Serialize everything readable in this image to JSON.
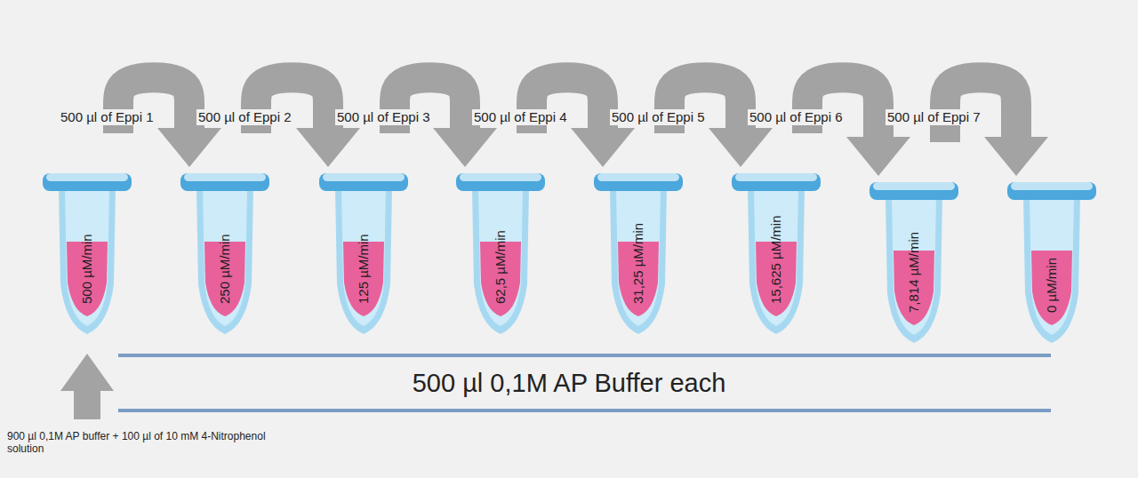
{
  "diagram": {
    "nodes": [
      {
        "text": [
          "500 µM/min"
        ]
      },
      {
        "text": [
          "250 µM/min"
        ]
      },
      {
        "text": [
          "125 µM/min"
        ]
      },
      {
        "text": [
          "62,5 µM/min"
        ]
      },
      {
        "text": [
          "31,25 µM/min"
        ]
      },
      {
        "text": [
          "15,625 µM/min"
        ]
      },
      {
        "text": [
          "7,814 µM/min"
        ]
      },
      {
        "text": [
          "0 µM/min"
        ]
      }
    ],
    "edges": [
      {
        "from": 0,
        "to": 1,
        "arrow": "to",
        "label": "500 µl of Eppi 1"
      },
      {
        "from": 1,
        "to": 2,
        "arrow": "to",
        "label": "500 µl of Eppi 2"
      },
      {
        "from": 2,
        "to": 3,
        "arrow": "to",
        "label": "500 µl of Eppi 3"
      },
      {
        "from": 3,
        "to": 4,
        "arrow": "to",
        "label": "500 µl of Eppi 4"
      },
      {
        "from": 4,
        "to": 5,
        "arrow": "to",
        "label": "500 µl of Eppi 5"
      },
      {
        "from": 5,
        "to": 6,
        "arrow": "to",
        "label": "500 µl of Eppi 6"
      },
      {
        "from": 6,
        "to": 7,
        "arrow": "to",
        "label": "500 µl of Eppi 7"
      }
    ],
    "labels": [
      "500 µl 0,1M AP Buffer each",
      "900 µl 0,1M AP buffer + 100 µl of 10 mM 4-Nitrophenol solution"
    ]
  }
}
